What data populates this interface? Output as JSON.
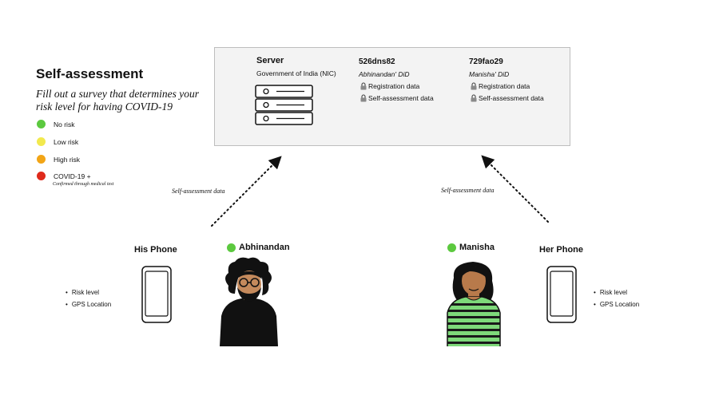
{
  "title": "Self-assessment",
  "subtitle": "Fill out a survey that determines your risk level for having COVID-19",
  "legend": [
    {
      "label": "No risk",
      "color": "#5cc93f"
    },
    {
      "label": "Low risk",
      "color": "#f2e94e"
    },
    {
      "label": "High risk",
      "color": "#f2a516"
    },
    {
      "label": "COVID-19 +",
      "color": "#df2a1c"
    }
  ],
  "legend_note": "Confirmed through medical test",
  "server": {
    "title": "Server",
    "subtitle": "Government of India (NIC)",
    "records": [
      {
        "id": "526dns82",
        "did": "Abhinandan' DiD",
        "items": [
          "Registration data",
          "Self-assessment data"
        ]
      },
      {
        "id": "729fao29",
        "did": "Manisha' DiD",
        "items": [
          "Registration data",
          "Self-assessment data"
        ]
      }
    ]
  },
  "flows": [
    {
      "label": "Self-assessment data"
    },
    {
      "label": "Self-assessment data"
    }
  ],
  "people": [
    {
      "name": "Abhinandan",
      "status_color": "#5cc93f",
      "phone_label": "His Phone",
      "phone_items": [
        "Risk level",
        "GPS Location"
      ]
    },
    {
      "name": "Manisha",
      "status_color": "#5cc93f",
      "phone_label": "Her Phone",
      "phone_items": [
        "Risk level",
        "GPS Location"
      ]
    }
  ],
  "icons": {
    "server": "server-rack-icon",
    "lock": "lock-icon",
    "phone": "smartphone-icon"
  }
}
